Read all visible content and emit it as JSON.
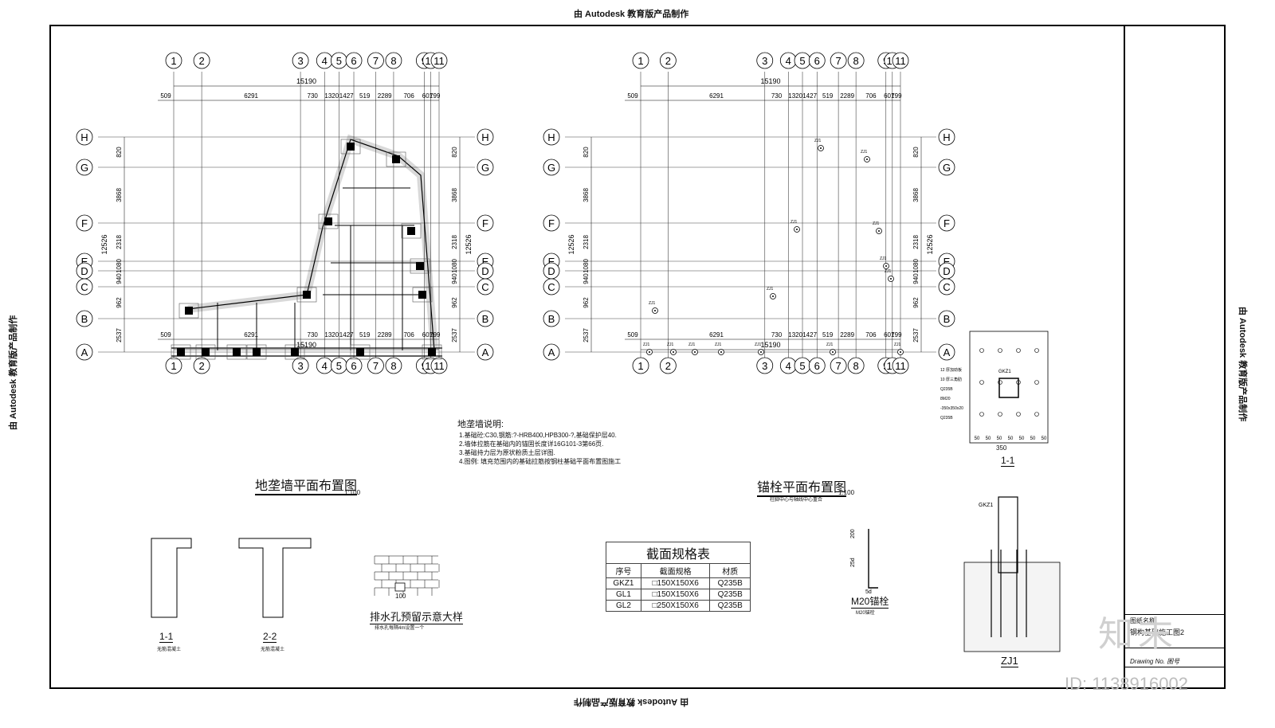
{
  "stamp": "由 Autodesk 教育版产品制作",
  "grid": {
    "columns": [
      "1",
      "2",
      "3",
      "4",
      "5",
      "6",
      "7",
      "8",
      "9",
      "10",
      "11"
    ],
    "rows": [
      "H",
      "G",
      "F",
      "E",
      "D",
      "C",
      "B",
      "A"
    ],
    "total_width": "15190",
    "spans": [
      "509",
      "6291",
      "730",
      "1320",
      "1427",
      "519",
      "2289",
      "706",
      "601",
      "799"
    ],
    "total_height": "12526",
    "row_spans": [
      "820",
      "3868",
      "2318",
      "1080",
      "940",
      "962",
      "2537"
    ]
  },
  "left_plan": {
    "title": "地垄墙平面布置图",
    "scale": "1:100"
  },
  "right_plan": {
    "title": "锚栓平面布置图",
    "scale": "1:100",
    "note": "柱脚中心与轴线中心重合",
    "bolt_label": "ZJ1"
  },
  "notes": {
    "heading": "地垄墙说明:",
    "lines": [
      "1.基础砼:C30,钢筋:?-HRB400,HPB300-?,基础保护层40.",
      "2.墙体拉筋在基础内的锚固长度详16G101-3第66页.",
      "3.基础持力层为原状粉质土层详图.",
      "4.图例: 填充范围内的基础拉筋按钢柱基础平面布置图施工"
    ]
  },
  "detail_1_1": {
    "label": "1-1",
    "dims": [
      "50",
      "50",
      "50",
      "50",
      "50",
      "50",
      "50"
    ],
    "width": "350",
    "labels": [
      "12 厚加劲板",
      "10 厚三角肋",
      "GKZ1",
      "Q235B",
      "8M20",
      "-350x350x20",
      "Q235B"
    ]
  },
  "section_1_1": {
    "label": "1-1",
    "sub": "无筋混凝土"
  },
  "section_2_2": {
    "label": "2-2",
    "sub": "无筋混凝土"
  },
  "drain": {
    "title": "排水孔预留示意大样",
    "note": "排水孔每隔4m设置一个",
    "dim": "100"
  },
  "m20": {
    "label": "M20锚栓",
    "sub": "M20锚栓",
    "dims": [
      "200",
      "25d",
      "5d"
    ]
  },
  "zj1": {
    "label": "ZJ1",
    "top": "GKZ1"
  },
  "table": {
    "caption": "截面规格表",
    "headers": [
      "序号",
      "截面规格",
      "材质"
    ],
    "rows": [
      [
        "GKZ1",
        "□150X150X6",
        "Q235B"
      ],
      [
        "GL1",
        "□150X150X6",
        "Q235B"
      ],
      [
        "GL2",
        "□250X150X6",
        "Q235B"
      ]
    ]
  },
  "titleblock": {
    "drawing_name_label": "图纸名称",
    "drawing_name": "钢构基础施工图2",
    "drawing_no_label": "Drawing No. 图号"
  },
  "watermark": "知末",
  "id_label": "ID: 1138916002"
}
